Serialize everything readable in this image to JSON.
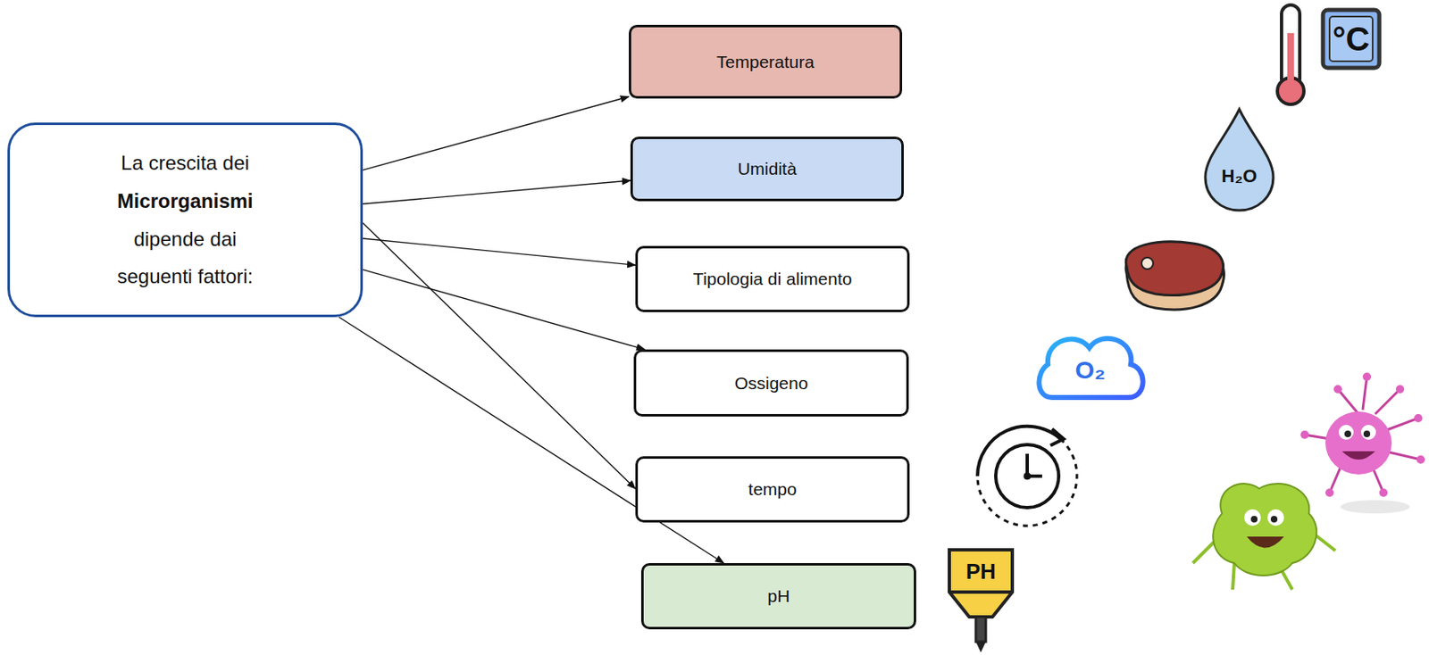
{
  "diagram": {
    "nodes": [
      {
        "text": [
          "La crescita dei Microrganismi dipende dai seguenti fattori:"
        ]
      },
      {
        "text": [
          "Temperatura"
        ]
      },
      {
        "text": [
          "Umidità"
        ]
      },
      {
        "text": [
          "Tipologia di alimento"
        ]
      },
      {
        "text": [
          "Ossigeno"
        ]
      },
      {
        "text": [
          "tempo"
        ]
      },
      {
        "text": [
          "pH"
        ]
      }
    ],
    "edges": [
      {
        "from": 0,
        "to": 1,
        "arrow": "to"
      },
      {
        "from": 0,
        "to": 2,
        "arrow": "to"
      },
      {
        "from": 0,
        "to": 3,
        "arrow": "to"
      },
      {
        "from": 0,
        "to": 4,
        "arrow": "to"
      },
      {
        "from": 0,
        "to": 5,
        "arrow": "to"
      },
      {
        "from": 0,
        "to": 6,
        "arrow": "to"
      }
    ],
    "labels": [
      "°C",
      "H₂O",
      "O₂",
      "PH"
    ]
  }
}
